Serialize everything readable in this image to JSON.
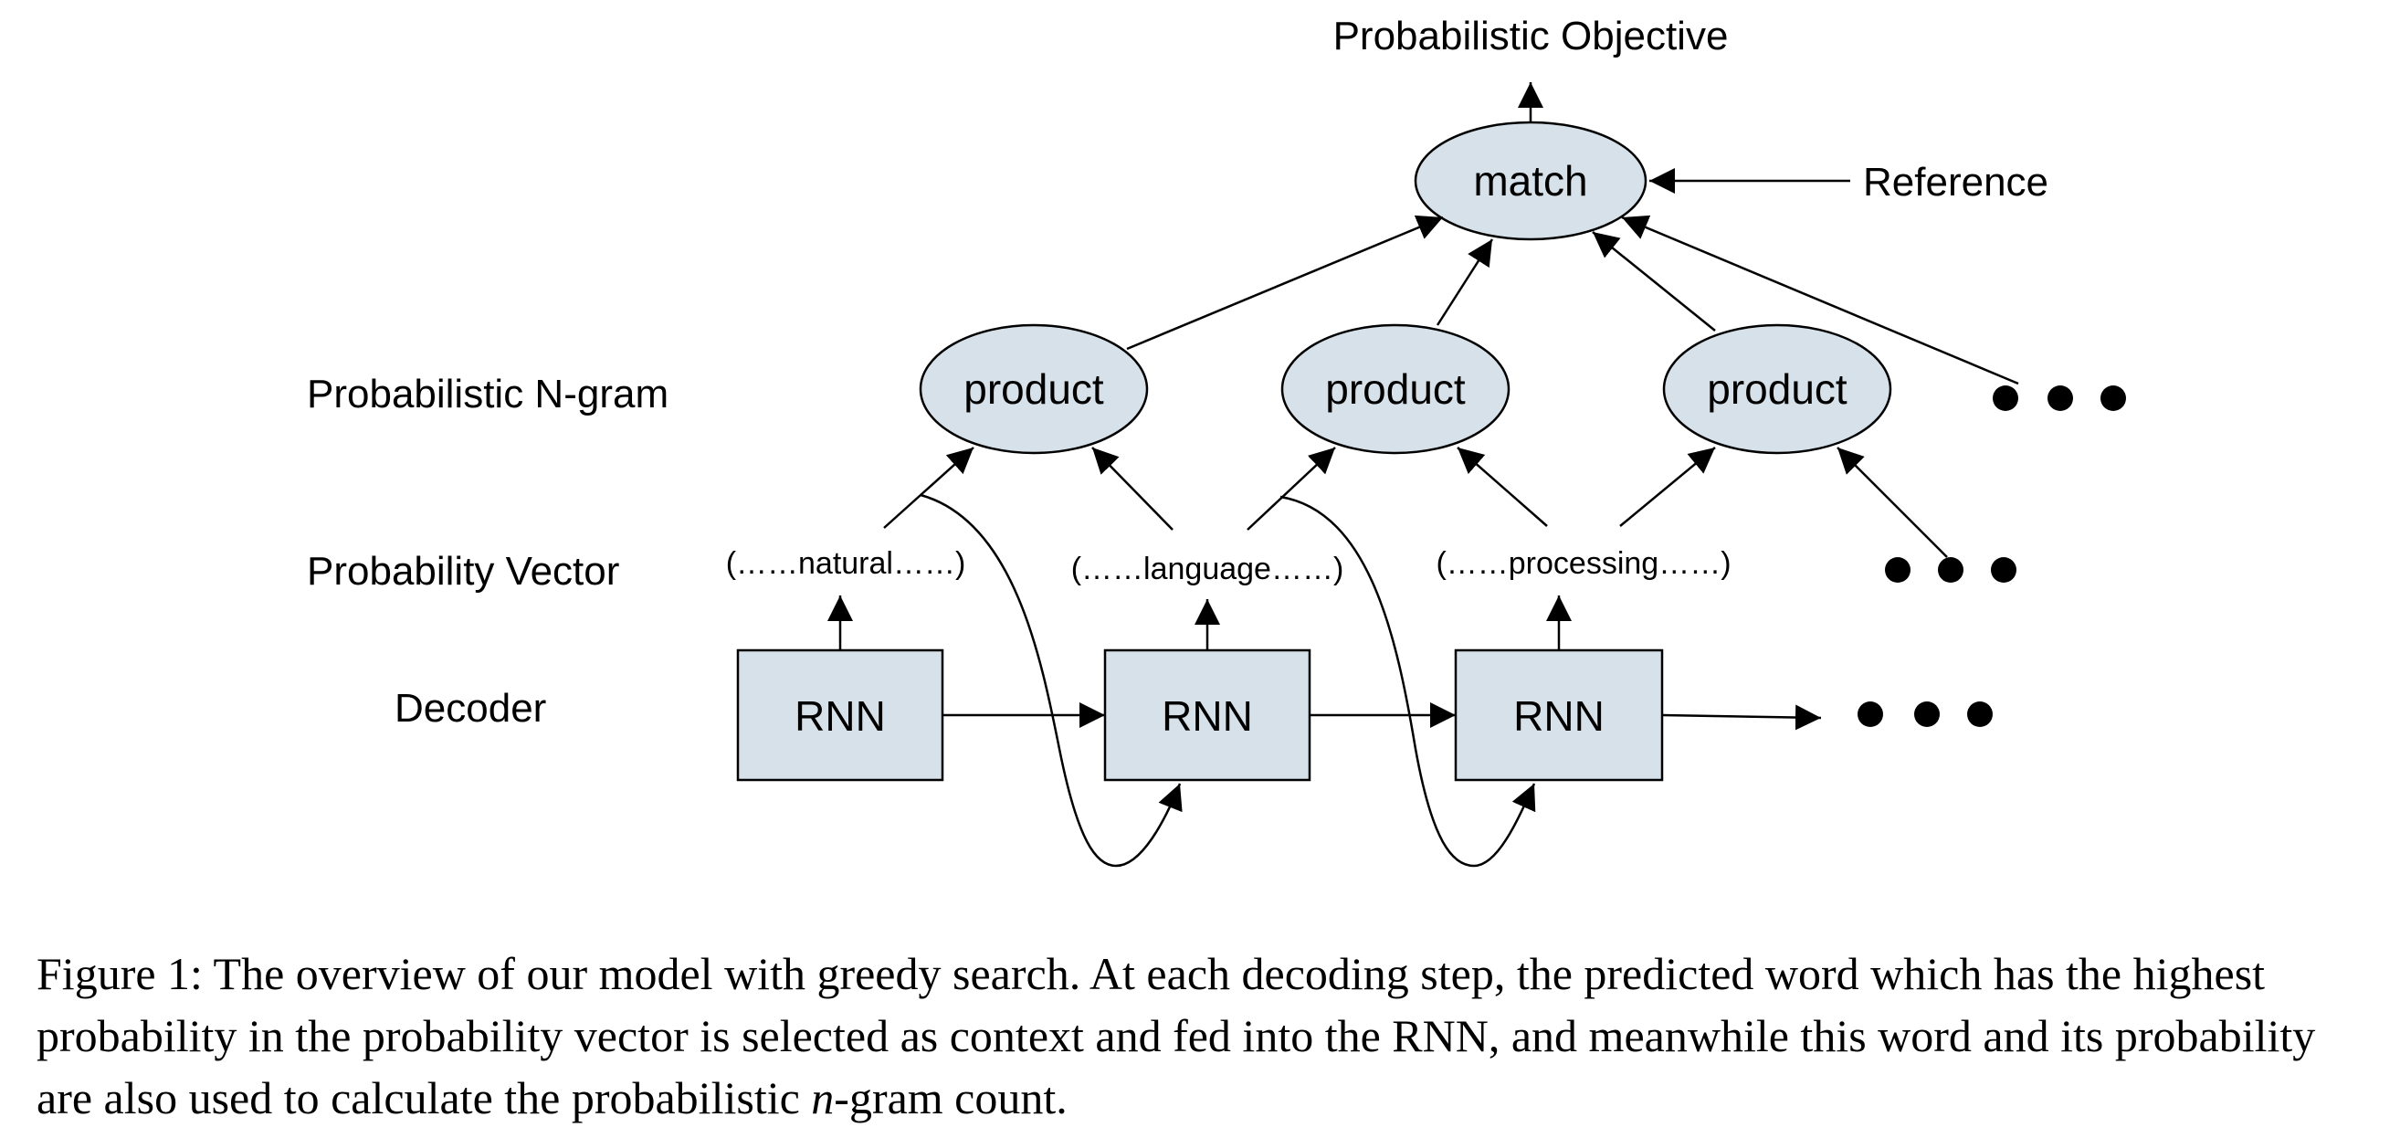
{
  "diagram": {
    "objective_label": "Probabilistic Objective",
    "match_label": "match",
    "reference_label": "Reference",
    "row_labels": {
      "ngram": "Probabilistic N-gram",
      "vector": "Probability Vector",
      "decoder": "Decoder"
    },
    "product_label": "product",
    "vectors": [
      "(……natural……)",
      "(……language……)",
      "(……processing……)"
    ],
    "rnn_label": "RNN"
  },
  "caption": {
    "prefix": "Figure 1: The overview of our model with greedy search. At each decoding step, the predicted word which has the highest probability in the probability vector is selected as context and fed into the RNN, and meanwhile this word and its probability are also used to calculate the probabilistic ",
    "variable": "n",
    "suffix": "-gram count."
  }
}
